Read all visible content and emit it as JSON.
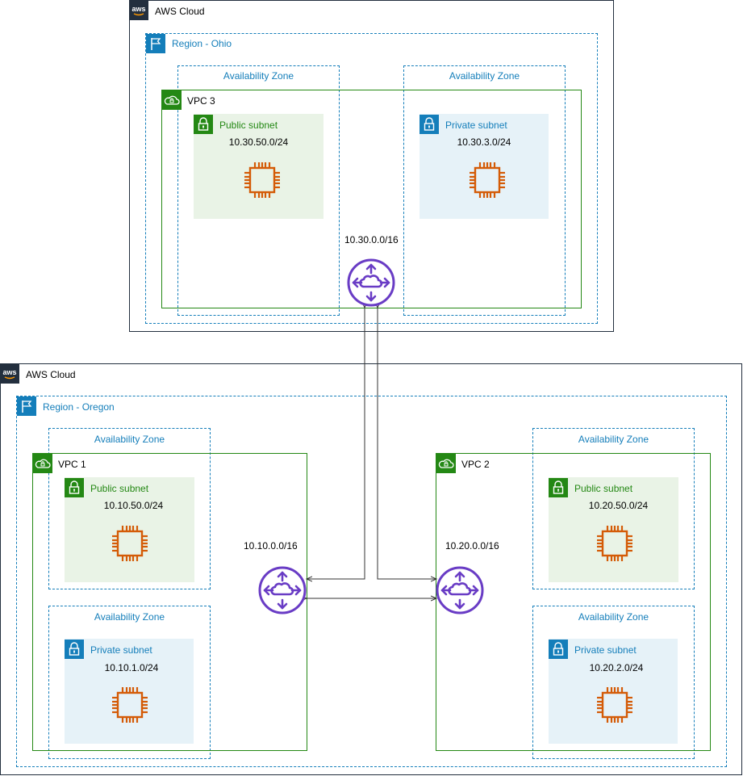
{
  "clouds": [
    {
      "label": "AWS Cloud",
      "logo_text": "aws"
    },
    {
      "label": "AWS Cloud",
      "logo_text": "aws"
    }
  ],
  "regions": {
    "ohio": "Region - Ohio",
    "oregon": "Region - Oregon"
  },
  "availability_zone_label": "Availability Zone",
  "vpcs": {
    "vpc3": {
      "label": "VPC 3",
      "cidr": "10.30.0.0/16"
    },
    "vpc1": {
      "label": "VPC 1",
      "cidr": "10.10.0.0/16"
    },
    "vpc2": {
      "label": "VPC 2",
      "cidr": "10.20.0.0/16"
    }
  },
  "subnets": {
    "vpc3_public": {
      "label": "Public subnet",
      "cidr": "10.30.50.0/24"
    },
    "vpc3_private": {
      "label": "Private subnet",
      "cidr": "10.30.3.0/24"
    },
    "vpc1_public": {
      "label": "Public subnet",
      "cidr": "10.10.50.0/24"
    },
    "vpc1_private": {
      "label": "Private subnet",
      "cidr": "10.10.1.0/24"
    },
    "vpc2_public": {
      "label": "Public subnet",
      "cidr": "10.20.50.0/24"
    },
    "vpc2_private": {
      "label": "Private subnet",
      "cidr": "10.20.2.0/24"
    }
  },
  "colors": {
    "cloud_border": "#232f3e",
    "region": "#147eba",
    "vpc": "#248814",
    "public_bg": "#e9f3e6",
    "private_bg": "#e6f2f8",
    "instance": "#d45b07",
    "router": "#693cc5"
  }
}
